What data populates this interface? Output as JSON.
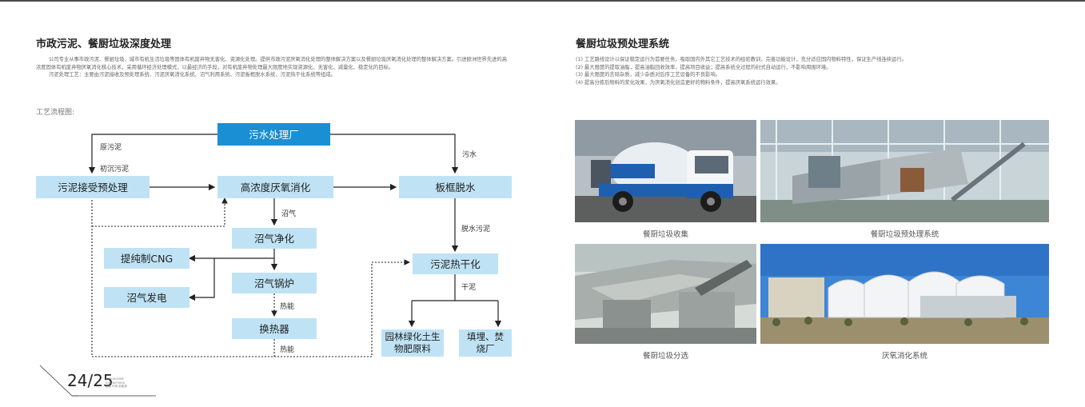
{
  "left": {
    "title": "市政污泥、餐厨垃圾深度处理",
    "intro_p1": "公司专业从事市政污泥、餐厨垃圾、城市有机生活垃圾等固体有机废弃物无害化、资源化处理。提供市政污泥厌氧消化处理的整体解决方案以及餐厨垃圾厌氧消化处理的整体解决方案。引进欧洲世界先进的高浓度固体有机废弃物厌氧消化核心技术，采用循环经济处理模式，以最经济的手段，对有机废弃物处理最大限度地实现资源化、无害化、减量化、稳定化的目标。",
    "intro_p2": "污泥处理工艺：主要由污泥接收及预处理系统、污泥厌氧消化系统、沼气利用系统、污泥板框脱水系统、污泥热干化系统等组成。",
    "flow_label": "工艺流程图:"
  },
  "flow": {
    "boxes": {
      "sewage_plant": "污水处理厂",
      "sludge_pretreat": "污泥接受预处理",
      "anaerobic": "高浓度厌氧消化",
      "dewater": "板框脱水",
      "biogas_purify": "沼气净化",
      "cng": "提纯制CNG",
      "power": "沼气发电",
      "boiler": "沼气锅炉",
      "heat_exchanger": "换热器",
      "thermal_dry": "污泥热干化",
      "garden_soil": "园林绿化土生物肥原料",
      "landfill": "填埋、焚烧厂"
    },
    "labels": {
      "raw_sludge": "原污泥",
      "primary_sludge": "初沉污泥",
      "sewage": "污水",
      "biogas": "沼气",
      "dewatered_sludge": "脱水污泥",
      "dry_sludge": "干泥",
      "heat1": "热能",
      "heat2": "热能"
    }
  },
  "footer": {
    "page": "24/25",
    "tiny_line1": "PROGRAMME",
    "tiny_line2": "ENGINEERING",
    "tiny_line3": "运营 环保 新能源"
  },
  "right": {
    "title": "餐厨垃圾预处理系统",
    "steps": [
      "(1) 工艺路线设计以保证稳定运行为首要任务，吸取国内外其它工艺技术的经验教训，完善功能设计，充分适应国内物料特性，保证生产线连续运行。",
      "(2) 最大限度的提取油脂，提高油脂回收效率，提高项目收益；提高系统全过程的封式自动运行，不影响周围环境。",
      "(3) 最大限度的去除杂质，减少杂质对后序工艺设备的不良影响。",
      "(4) 提高分拣后物料的浆化效果，为厌氧消化创造更好的物料条件，提高厌氧系统运行效果。"
    ],
    "photos": [
      {
        "caption": "餐厨垃圾收集"
      },
      {
        "caption": "餐厨垃圾预处理系统"
      },
      {
        "caption": "餐厨垃圾分选"
      },
      {
        "caption": "厌氧消化系统"
      }
    ]
  },
  "colors": {
    "box_light": "#bfe3f5",
    "box_dark": "#1a8fd3",
    "text": "#333333"
  }
}
